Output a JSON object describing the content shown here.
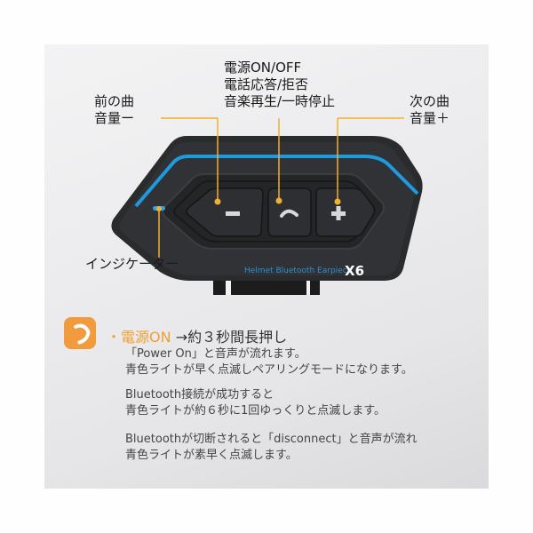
{
  "labels": {
    "center": [
      "電源ON/OFF",
      "電話応答/拒否",
      "音楽再生/一時停止"
    ],
    "left": [
      "前の曲",
      "音量ー"
    ],
    "right": [
      "次の曲",
      "音量＋"
    ],
    "indicator": "インジケーター"
  },
  "device": {
    "brand_text": "Helmet Bluetooth Earpiece",
    "model": "X6",
    "buttons": [
      "minus",
      "call",
      "plus"
    ]
  },
  "instructions": {
    "bullet": "・",
    "accent_text": "電源ON",
    "title_rest": "→約３秒間長押し",
    "paragraphs": [
      [
        "「Power On」と音声が流れます。",
        "青色ライトが早く点滅しペアリングモードになります。"
      ],
      [
        "Bluetooth接続が成功すると",
        "青色ライトが約６秒に1回ゆっくりと点滅します。"
      ],
      [
        "Bluetoothが切断されると「disconnect」と音声が流れ",
        "青色ライトが素早く点滅します。"
      ]
    ]
  },
  "colors": {
    "accent": "#f0a030",
    "lead_line": "#f0b030",
    "led_blue": "#1e9be0",
    "device_body": "#2a2b2d"
  }
}
